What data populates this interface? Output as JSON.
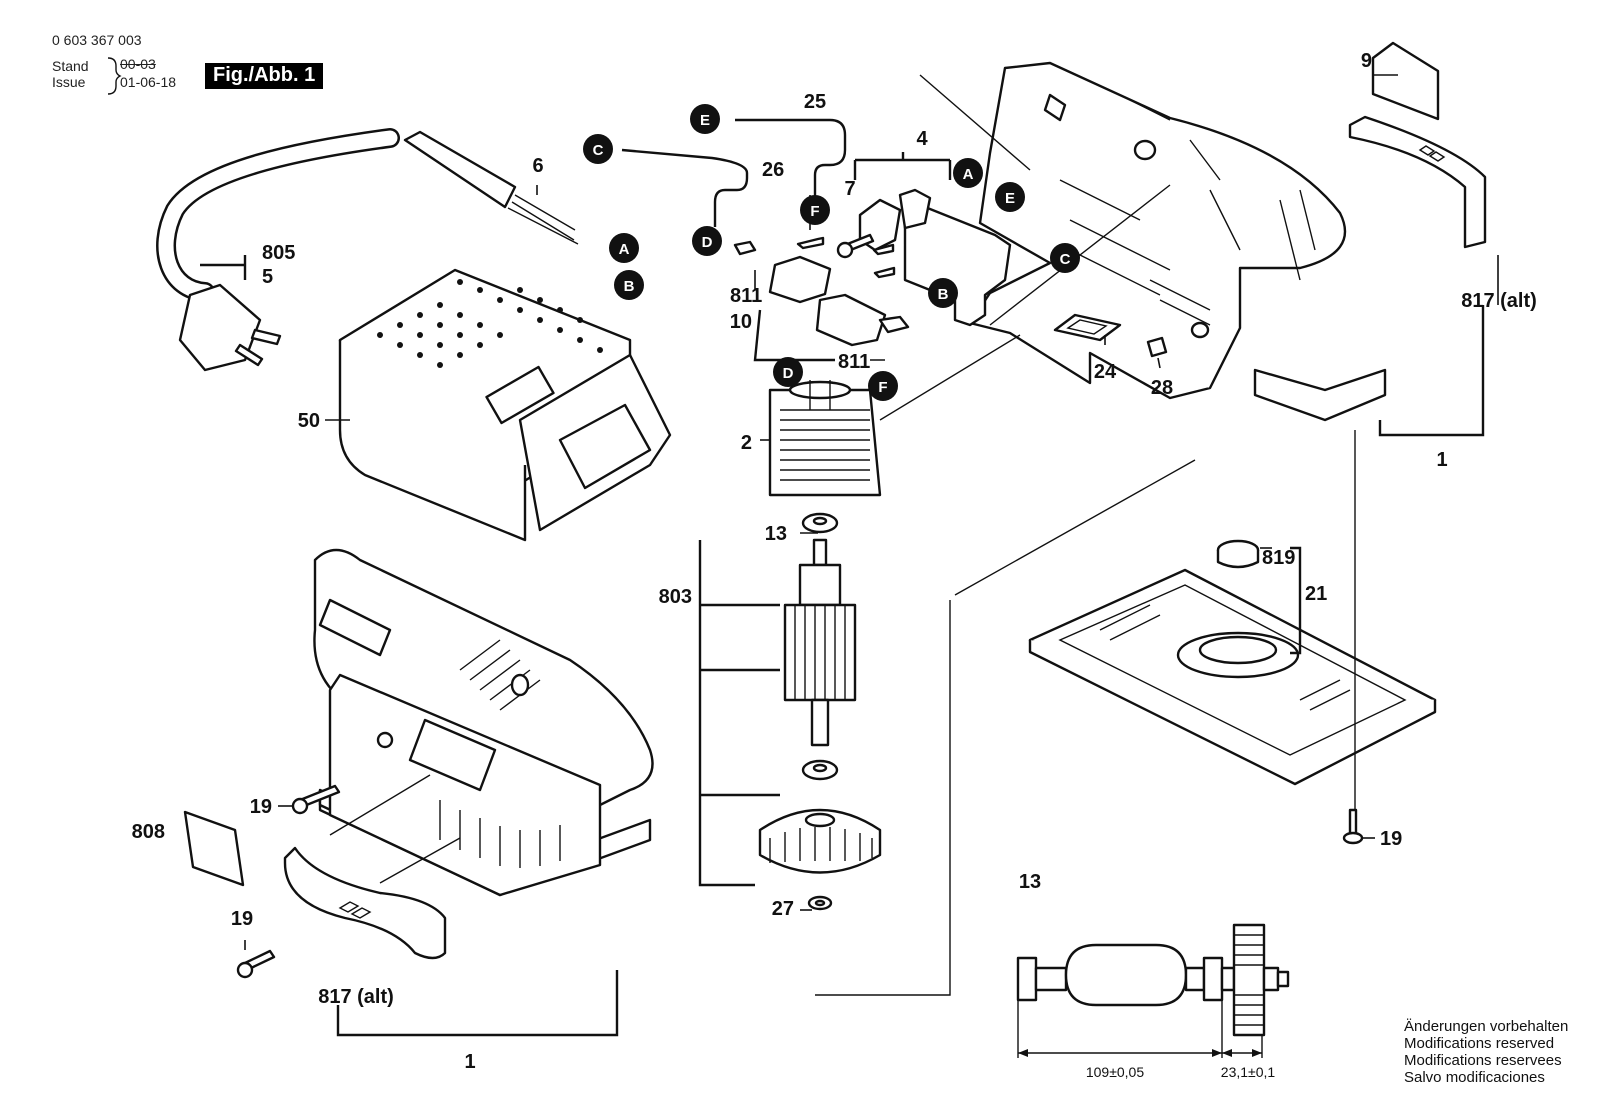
{
  "header": {
    "part_number": "0 603 367 003",
    "stand_label": "Stand",
    "issue_label": "Issue",
    "stand_old": "00-03",
    "issue_date": "01-06-18",
    "figure_label": "Fig./Abb. 1"
  },
  "callouts": {
    "c1a": "1",
    "c1b": "1",
    "c2": "2",
    "c4": "4",
    "c5": "5",
    "c6": "6",
    "c7": "7",
    "c9": "9",
    "c10": "10",
    "c13a": "13",
    "c13b": "13",
    "c19a": "19",
    "c19b": "19",
    "c19c": "19",
    "c21": "21",
    "c24": "24",
    "c25": "25",
    "c26": "26",
    "c27": "27",
    "c28": "28",
    "c50": "50",
    "c803": "803",
    "c805": "805",
    "c808": "808",
    "c811a": "811",
    "c811b": "811",
    "c817a": "817 (alt)",
    "c817b": "817 (alt)",
    "c819": "819"
  },
  "wire_markers": [
    {
      "id": "m-A1",
      "letter": "A"
    },
    {
      "id": "m-B1",
      "letter": "B"
    },
    {
      "id": "m-A2",
      "letter": "A"
    },
    {
      "id": "m-E2",
      "letter": "E"
    },
    {
      "id": "m-B2",
      "letter": "B"
    },
    {
      "id": "m-C2",
      "letter": "C"
    },
    {
      "id": "m-C1",
      "letter": "C"
    },
    {
      "id": "m-D1",
      "letter": "D"
    },
    {
      "id": "m-E1",
      "letter": "E"
    },
    {
      "id": "m-F1",
      "letter": "F"
    },
    {
      "id": "m-D2",
      "letter": "D"
    },
    {
      "id": "m-F2",
      "letter": "F"
    }
  ],
  "dimensions": {
    "armature_length": "109±0,05",
    "fan_offset": "23,1±0,1"
  },
  "notes": [
    "Änderungen vorbehalten",
    "Modifications reserved",
    "Modifications reservees",
    "Salvo modificaciones"
  ]
}
